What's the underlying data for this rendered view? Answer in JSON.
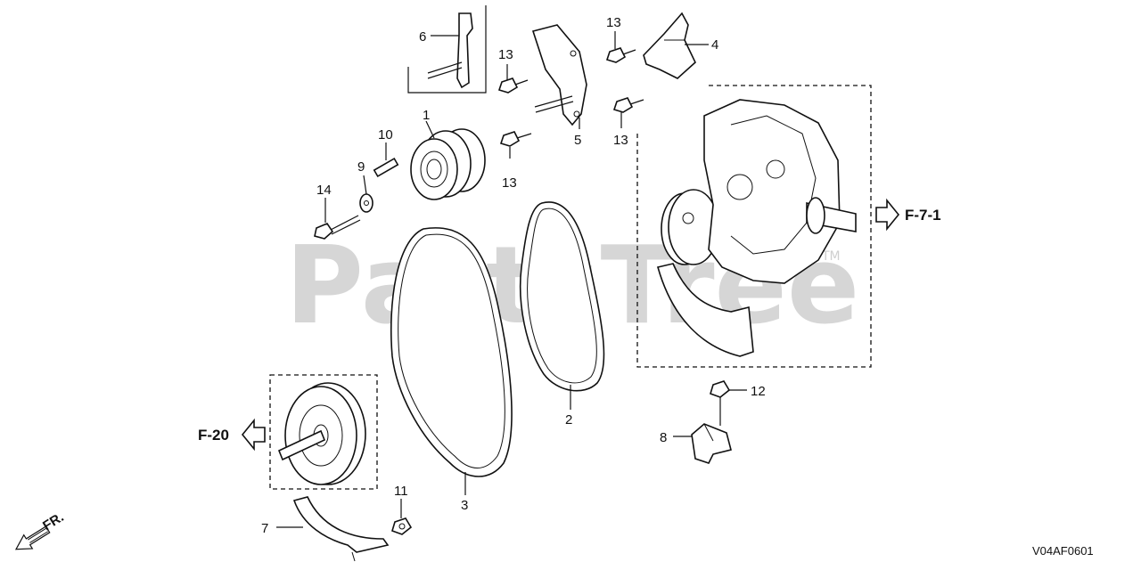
{
  "watermark": {
    "text": "PartsTree",
    "trademark": "TM"
  },
  "callouts": [
    {
      "id": "callout-1",
      "text": "1"
    },
    {
      "id": "callout-2",
      "text": "2"
    },
    {
      "id": "callout-3",
      "text": "3"
    },
    {
      "id": "callout-4",
      "text": "4"
    },
    {
      "id": "callout-5",
      "text": "5"
    },
    {
      "id": "callout-6",
      "text": "6"
    },
    {
      "id": "callout-7",
      "text": "7"
    },
    {
      "id": "callout-8",
      "text": "8"
    },
    {
      "id": "callout-9",
      "text": "9"
    },
    {
      "id": "callout-10",
      "text": "10"
    },
    {
      "id": "callout-11",
      "text": "11"
    },
    {
      "id": "callout-12",
      "text": "12"
    },
    {
      "id": "callout-13a",
      "text": "13"
    },
    {
      "id": "callout-13b",
      "text": "13"
    },
    {
      "id": "callout-13c",
      "text": "13"
    },
    {
      "id": "callout-13d",
      "text": "13"
    },
    {
      "id": "callout-14",
      "text": "14"
    }
  ],
  "references": {
    "f71": "F-7-1",
    "f20": "F-20"
  },
  "direction": {
    "front": "FR."
  },
  "diagram_code": "V04AF0601"
}
